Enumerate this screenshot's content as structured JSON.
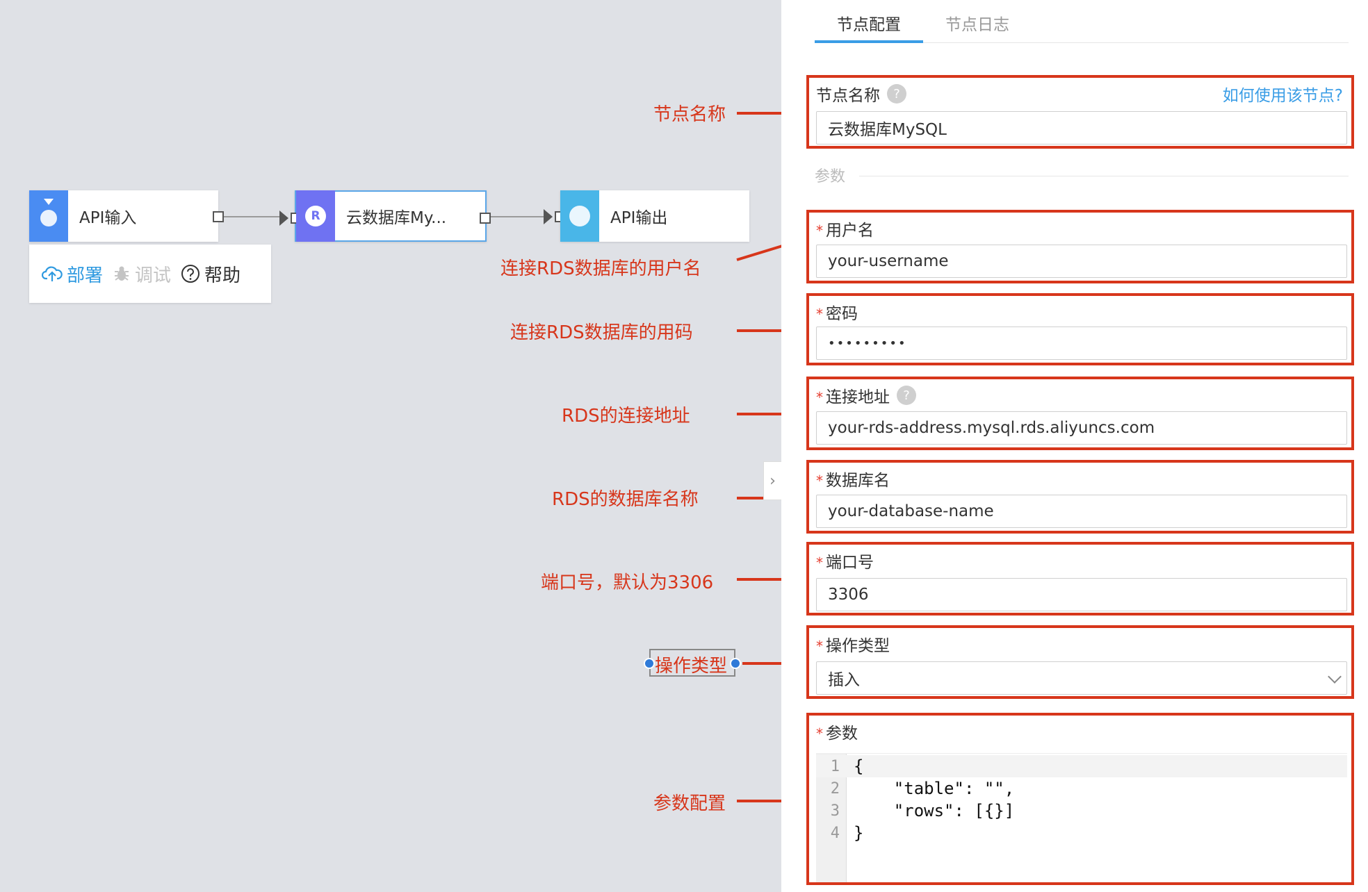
{
  "canvas": {
    "nodes": [
      {
        "label": "API输入",
        "icon": "api-input-icon"
      },
      {
        "label": "云数据库My...",
        "icon": "r-database-icon",
        "badge": "R"
      },
      {
        "label": "API输出",
        "icon": "api-output-icon"
      }
    ],
    "toolbar": {
      "deploy": "部署",
      "debug": "调试",
      "help": "帮助"
    }
  },
  "annotations": [
    "节点名称",
    "连接RDS数据库的用户名",
    "连接RDS数据库的用码",
    "RDS的连接地址",
    "RDS的数据库名称",
    "端口号，默认为3306",
    "操作类型",
    "参数配置"
  ],
  "panel": {
    "tabs": [
      "节点配置",
      "节点日志"
    ],
    "node_name": {
      "label": "节点名称",
      "help_link": "如何使用该节点?",
      "value": "云数据库MySQL"
    },
    "params_divider": "参数",
    "fields": {
      "username": {
        "label": "用户名",
        "value": "your-username"
      },
      "password": {
        "label": "密码",
        "value": "•••••••••"
      },
      "address": {
        "label": "连接地址",
        "value": "your-rds-address.mysql.rds.aliyuncs.com"
      },
      "database": {
        "label": "数据库名",
        "value": "your-database-name"
      },
      "port": {
        "label": "端口号",
        "value": "3306"
      },
      "operation": {
        "label": "操作类型",
        "value": "插入"
      },
      "params": {
        "label": "参数"
      }
    },
    "editor": {
      "line_numbers": [
        "1",
        "2",
        "3",
        "4"
      ],
      "lines": [
        "{",
        "    \"table\": \"\",",
        "    \"rows\": [{}]",
        "}"
      ]
    }
  },
  "colors": {
    "annotation": "#d7361b",
    "accent": "#3a9de6",
    "required": "#e53e30"
  }
}
